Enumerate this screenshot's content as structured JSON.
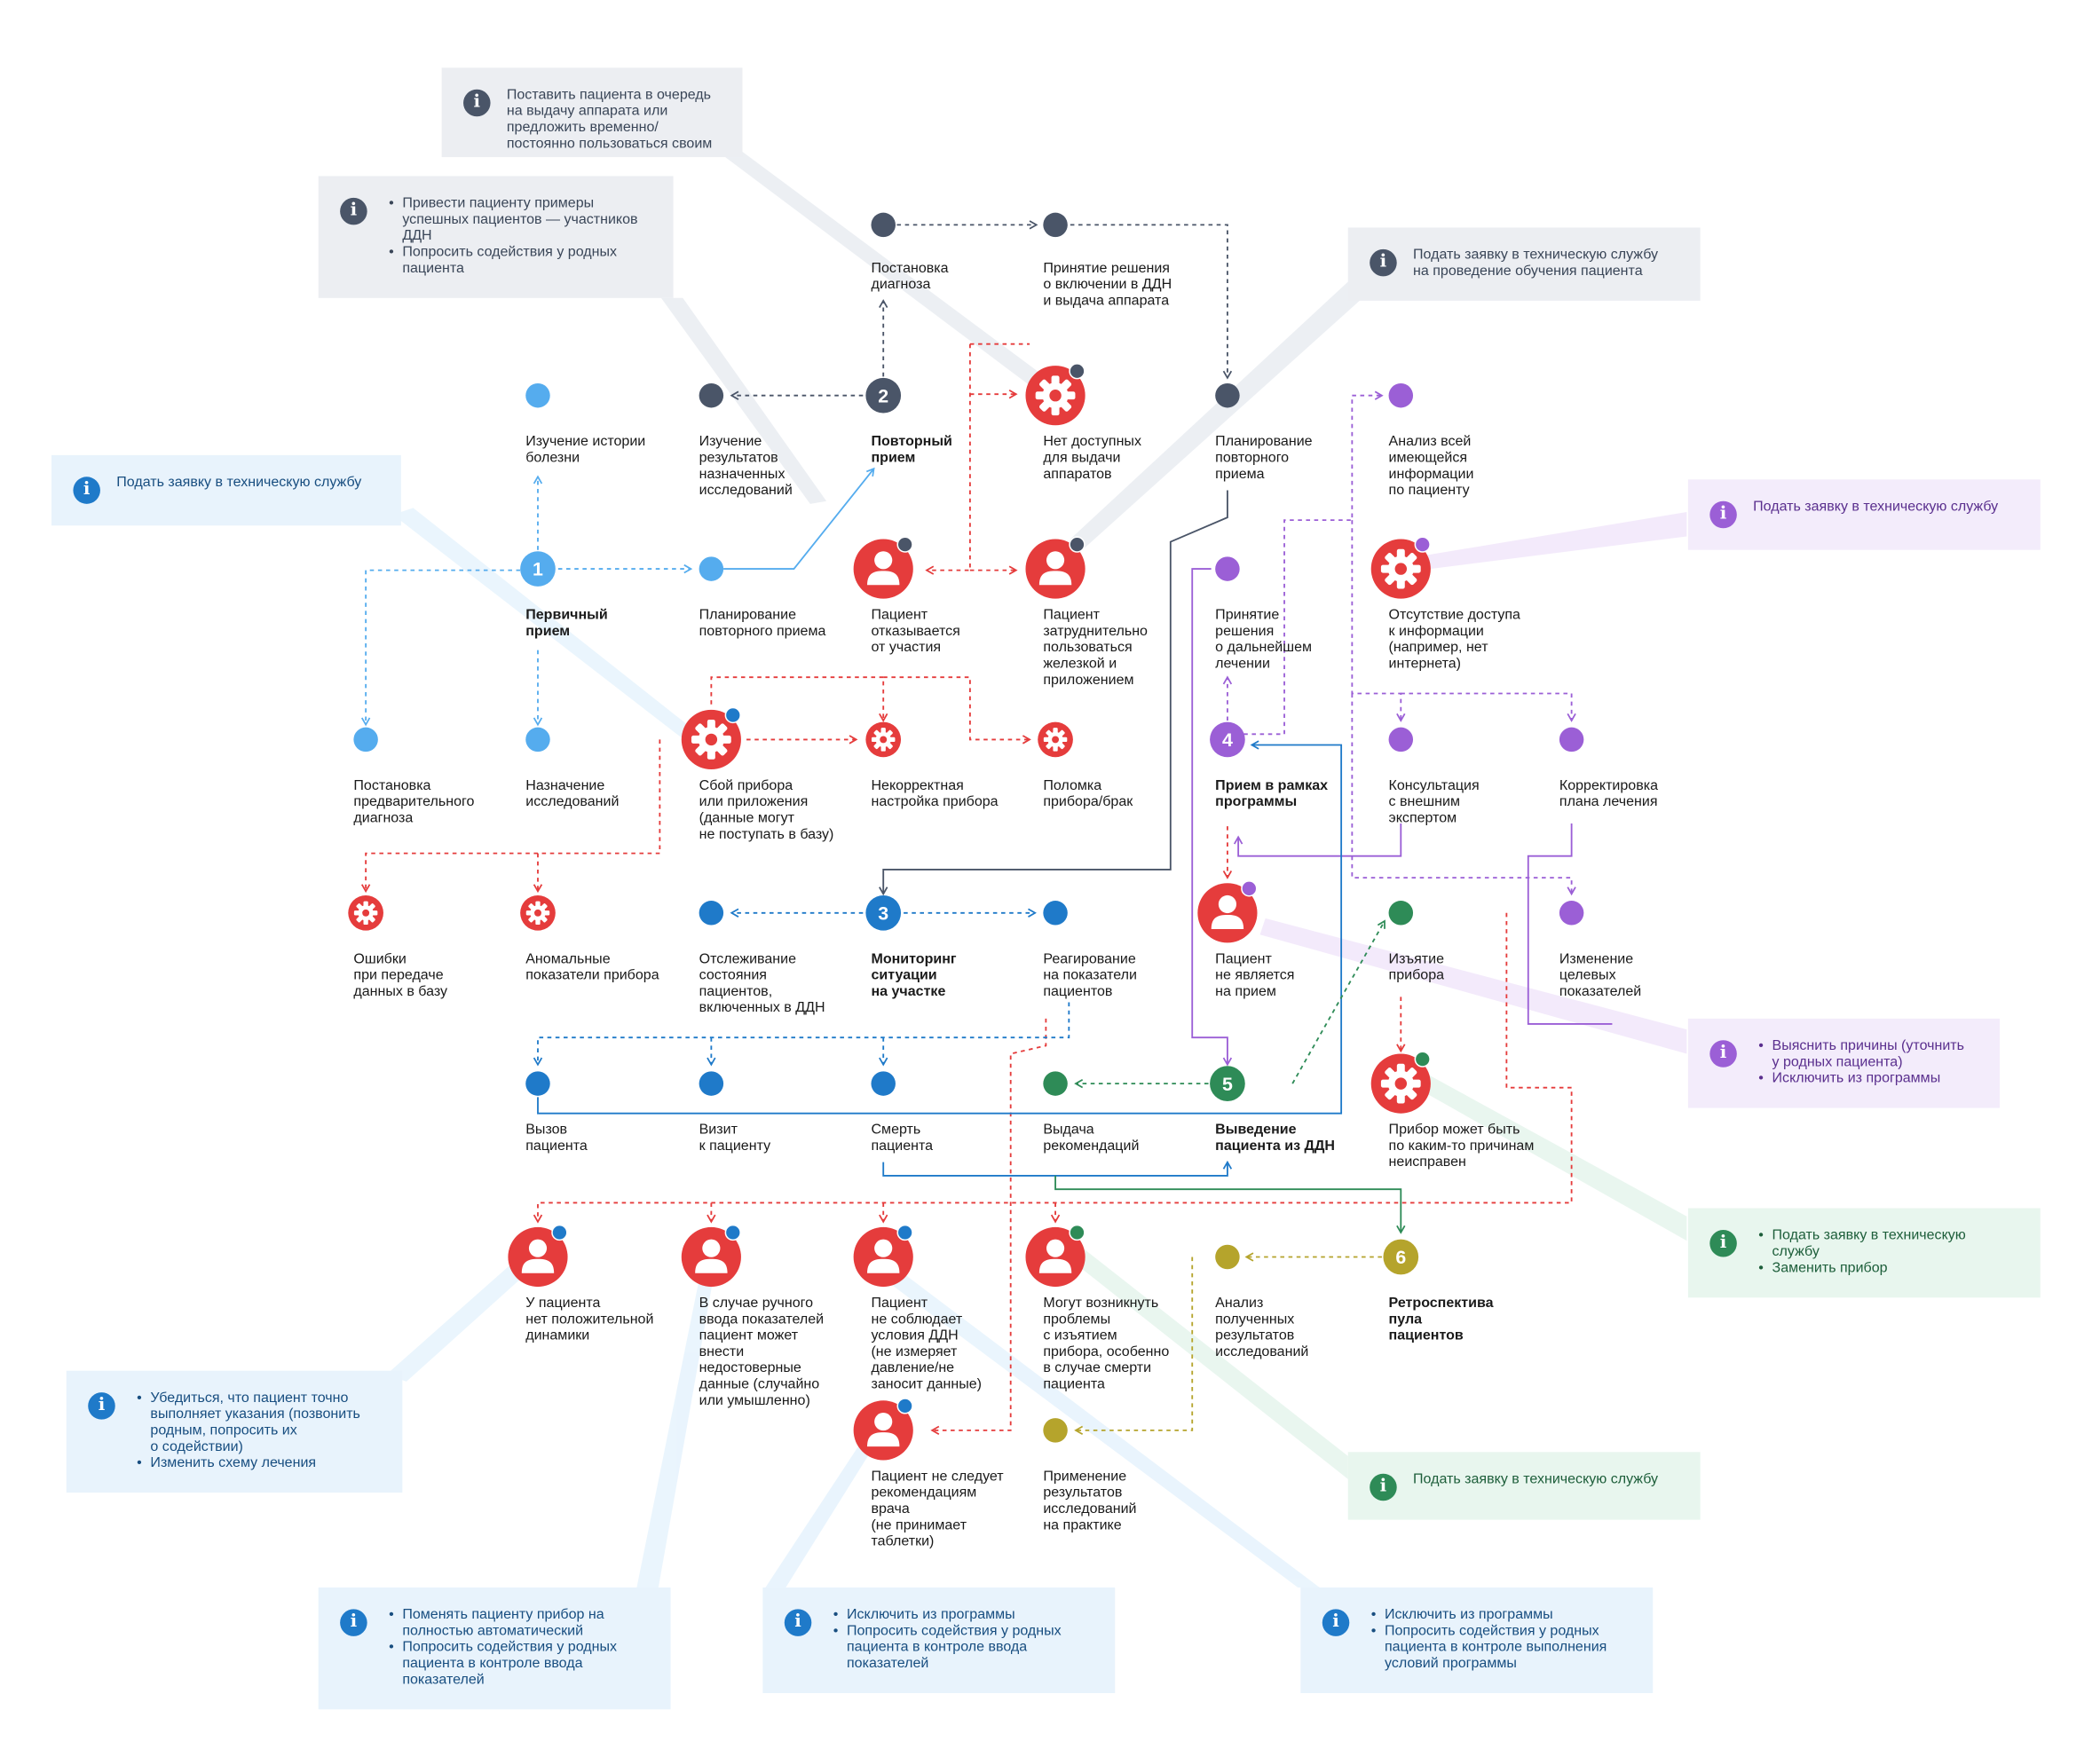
{
  "colors": {
    "light_blue": "#55acee",
    "dark_gray": "#4a5568",
    "red": "#e53c3c",
    "purple": "#9b5fd6",
    "blue": "#1f7ac9",
    "green": "#2e8b57",
    "olive": "#b5a42c",
    "note_gray_bg": "#eceef2",
    "note_gray_icon": "#4a5568",
    "note_blue_bg": "#e8f3fc",
    "note_blue_icon": "#1f7ac9",
    "note_purple_bg": "#f3ecfb",
    "note_purple_icon": "#9b5fd6",
    "note_green_bg": "#e8f6ee",
    "note_green_icon": "#2e8b57"
  },
  "nodes": [
    {
      "id": "n_hist",
      "type": "dot",
      "color": "light_blue",
      "label": [
        "Изучение истории",
        "болезни"
      ]
    },
    {
      "id": "n1",
      "type": "num",
      "number": "1",
      "color": "light_blue",
      "label": [
        "Первичный",
        "прием"
      ],
      "bold": true
    },
    {
      "id": "n_plan1",
      "type": "dot",
      "color": "light_blue",
      "label": [
        "Планирование",
        "повторного приема"
      ]
    },
    {
      "id": "n_diagpre",
      "type": "dot",
      "color": "light_blue",
      "label": [
        "Постановка",
        "предварительного",
        "диагноза"
      ]
    },
    {
      "id": "n_assign",
      "type": "dot",
      "color": "light_blue",
      "label": [
        "Назначение",
        "исследований"
      ]
    },
    {
      "id": "n_fail",
      "type": "gear",
      "size": "big",
      "color": "red",
      "badge": "blue",
      "label": [
        "Сбой прибора",
        "или приложения",
        "(данные могут",
        "не поступать в базу)"
      ]
    },
    {
      "id": "n_badset",
      "type": "gear",
      "size": "small",
      "color": "red",
      "label": [
        "Некорректная",
        "настройка прибора"
      ]
    },
    {
      "id": "n_broken",
      "type": "gear",
      "size": "small",
      "color": "red",
      "label": [
        "Поломка",
        "прибора/брак"
      ]
    },
    {
      "id": "n_err",
      "type": "gear",
      "size": "small",
      "color": "red",
      "label": [
        "Ошибки",
        "при передаче",
        "данных в базу"
      ]
    },
    {
      "id": "n_anom",
      "type": "gear",
      "size": "small",
      "color": "red",
      "label": [
        "Аномальные",
        "показатели прибора"
      ]
    },
    {
      "id": "n_diag",
      "type": "dot",
      "color": "dark_gray",
      "label": [
        "Постановка",
        "диагноза"
      ]
    },
    {
      "id": "n_decide",
      "type": "dot",
      "color": "dark_gray",
      "label": [
        "Принятие решения",
        "о включении в ДДН",
        "и выдача аппарата"
      ]
    },
    {
      "id": "n_studyres",
      "type": "dot",
      "color": "dark_gray",
      "label": [
        "Изучение",
        "результатов",
        "назначенных",
        "исследований"
      ]
    },
    {
      "id": "n2",
      "type": "num",
      "number": "2",
      "color": "dark_gray",
      "label": [
        "Повторный",
        "прием"
      ],
      "bold": true
    },
    {
      "id": "n_noav",
      "type": "gear",
      "size": "big",
      "color": "red",
      "badge": "dark_gray",
      "label": [
        "Нет доступных",
        "для выдачи",
        "аппаратов"
      ]
    },
    {
      "id": "n_plan2",
      "type": "dot",
      "color": "dark_gray",
      "label": [
        "Планирование",
        "повторного",
        "приема"
      ]
    },
    {
      "id": "n_refuse",
      "type": "person",
      "color": "red",
      "badge": "dark_gray",
      "label": [
        "Пациент",
        "отказывается",
        "от участия"
      ]
    },
    {
      "id": "n_hard",
      "type": "person",
      "color": "red",
      "badge": "dark_gray",
      "label": [
        "Пациент",
        "затруднительно",
        "пользоваться",
        "железкой и",
        "приложением"
      ]
    },
    {
      "id": "n_analyze",
      "type": "dot",
      "color": "purple",
      "label": [
        "Анализ всей",
        "имеющейся",
        "информации",
        "по пациенту"
      ]
    },
    {
      "id": "n_decide2",
      "type": "dot",
      "color": "purple",
      "label": [
        "Принятие",
        "решения",
        "о дальнейшем",
        "лечении"
      ]
    },
    {
      "id": "n_noaccess",
      "type": "gear",
      "size": "big",
      "color": "red",
      "badge": "purple",
      "label": [
        "Отсутствие доступа",
        "к информации",
        "(например, нет",
        "интернета)"
      ]
    },
    {
      "id": "n4",
      "type": "num",
      "number": "4",
      "color": "purple",
      "label": [
        "Прием в рамках",
        "программы"
      ],
      "bold": true
    },
    {
      "id": "n_consult",
      "type": "dot",
      "color": "purple",
      "label": [
        "Консультация",
        "с внешним",
        "экспертом"
      ]
    },
    {
      "id": "n_correct",
      "type": "dot",
      "color": "purple",
      "label": [
        "Корректировка",
        "плана лечения"
      ]
    },
    {
      "id": "n_notcome",
      "type": "person",
      "color": "red",
      "badge": "purple",
      "label": [
        "Пациент",
        "не является",
        "на прием"
      ]
    },
    {
      "id": "n_target",
      "type": "dot",
      "color": "purple",
      "label": [
        "Изменение",
        "целевых",
        "показателей"
      ]
    },
    {
      "id": "n_track",
      "type": "dot",
      "color": "blue",
      "label": [
        "Отслеживание",
        "состояния",
        "пациентов,",
        "включенных в ДДН"
      ]
    },
    {
      "id": "n3",
      "type": "num",
      "number": "3",
      "color": "blue",
      "label": [
        "Мониторинг",
        "ситуации",
        "на участке"
      ],
      "bold": true
    },
    {
      "id": "n_react",
      "type": "dot",
      "color": "blue",
      "label": [
        "Реагирование",
        "на показатели",
        "пациентов"
      ]
    },
    {
      "id": "n_call",
      "type": "dot",
      "color": "blue",
      "label": [
        "Вызов",
        "пациента"
      ]
    },
    {
      "id": "n_visit",
      "type": "dot",
      "color": "blue",
      "label": [
        "Визит",
        "к пациенту"
      ]
    },
    {
      "id": "n_death",
      "type": "dot",
      "color": "blue",
      "label": [
        "Смерть",
        "пациента"
      ]
    },
    {
      "id": "n_recs",
      "type": "dot",
      "color": "green",
      "label": [
        "Выдача",
        "рекомендаций"
      ]
    },
    {
      "id": "n5",
      "type": "num",
      "number": "5",
      "color": "green",
      "label": [
        "Выведение",
        "пациента из ДДН"
      ],
      "bold": true
    },
    {
      "id": "n_seize",
      "type": "dot",
      "color": "green",
      "label": [
        "Изъятие",
        "прибора"
      ]
    },
    {
      "id": "n_faulty",
      "type": "gear",
      "size": "big",
      "color": "red",
      "badge": "green",
      "label": [
        "Прибор может быть",
        "по каким-то причинам",
        "неисправен"
      ]
    },
    {
      "id": "n_nodyn",
      "type": "person",
      "color": "red",
      "badge": "blue",
      "label": [
        "У пациента",
        "нет положительной",
        "динамики"
      ]
    },
    {
      "id": "n_manual",
      "type": "person",
      "color": "red",
      "badge": "blue",
      "label": [
        "В случае ручного",
        "ввода показателей",
        "пациент может",
        "внести",
        "недостоверные",
        "данные (случайно",
        "или умышленно)"
      ]
    },
    {
      "id": "n_noncomp",
      "type": "person",
      "color": "red",
      "badge": "blue",
      "label": [
        "Пациент",
        "не соблюдает",
        "условия ДДН",
        "(не измеряет",
        "давление/не",
        "заносит данные)"
      ]
    },
    {
      "id": "n_problems",
      "type": "person",
      "color": "red",
      "badge": "green",
      "label": [
        "Могут возникнуть",
        "проблемы",
        "с изъятием",
        "прибора, особенно",
        "в случае смерти",
        "пациента"
      ]
    },
    {
      "id": "n_nopills",
      "type": "person",
      "color": "red",
      "badge": "blue",
      "label": [
        "Пациент не следует",
        "рекомендациям",
        "врача",
        "(не принимает",
        "таблетки)"
      ]
    },
    {
      "id": "n_anres",
      "type": "dot",
      "color": "olive",
      "label": [
        "Анализ",
        "полученных",
        "результатов",
        "исследований"
      ]
    },
    {
      "id": "n6",
      "type": "num",
      "number": "6",
      "color": "olive",
      "label": [
        "Ретроспектива",
        "пула",
        "пациентов"
      ],
      "bold": true
    },
    {
      "id": "n_apply",
      "type": "dot",
      "color": "olive",
      "label": [
        "Применение",
        "результатов",
        "исследований",
        "на практике"
      ]
    }
  ],
  "notes": [
    {
      "id": "t_queue",
      "theme": "gray",
      "lines": [
        "Поставить пациента в очередь",
        "на выдачу аппарата или",
        "предложить временно/",
        "постоянно пользоваться своим"
      ]
    },
    {
      "id": "t_examples",
      "theme": "gray",
      "bullets": [
        [
          "Привести пациенту примеры",
          "успешных пациентов — участников",
          "ДДН"
        ],
        [
          "Попросить содействия у родных",
          "пациента"
        ]
      ]
    },
    {
      "id": "t_training",
      "theme": "gray",
      "lines": [
        "Подать заявку в техническую службу",
        "на проведение обучения пациента"
      ]
    },
    {
      "id": "t_tech1",
      "theme": "blue",
      "lines": [
        "Подать заявку в техническую службу"
      ]
    },
    {
      "id": "t_tech_purple",
      "theme": "purple",
      "lines": [
        "Подать заявку в техническую службу"
      ]
    },
    {
      "id": "t_reasons",
      "theme": "purple",
      "bullets": [
        [
          "Выяснить причины (уточнить",
          "у родных пациента)"
        ],
        [
          "Исключить из программы"
        ]
      ]
    },
    {
      "id": "t_replace",
      "theme": "green",
      "bullets": [
        [
          "Подать заявку в техническую",
          "службу"
        ],
        [
          "Заменить прибор"
        ]
      ]
    },
    {
      "id": "t_tech_green",
      "theme": "green",
      "lines": [
        "Подать заявку в техническую службу"
      ]
    },
    {
      "id": "t_ensure",
      "theme": "blue",
      "bullets": [
        [
          "Убедиться, что пациент точно",
          "выполняет указания (позвонить",
          "родным, попросить их",
          "о содействии)"
        ],
        [
          "Изменить схему лечения"
        ]
      ]
    },
    {
      "id": "t_auto",
      "theme": "blue",
      "bullets": [
        [
          "Поменять пациенту прибор на",
          "полностью автоматический"
        ],
        [
          "Попросить содействия у родных",
          "пациента в контроле ввода",
          "показателей"
        ]
      ]
    },
    {
      "id": "t_excl1",
      "theme": "blue",
      "bullets": [
        [
          "Исключить из программы"
        ],
        [
          "Попросить содействия у родных",
          "пациента в контроле ввода",
          "показателей"
        ]
      ]
    },
    {
      "id": "t_excl2",
      "theme": "blue",
      "bullets": [
        [
          "Исключить из программы"
        ],
        [
          "Попросить содействия у родных",
          "пациента в контроле выполнения",
          "условий программы"
        ]
      ]
    }
  ]
}
